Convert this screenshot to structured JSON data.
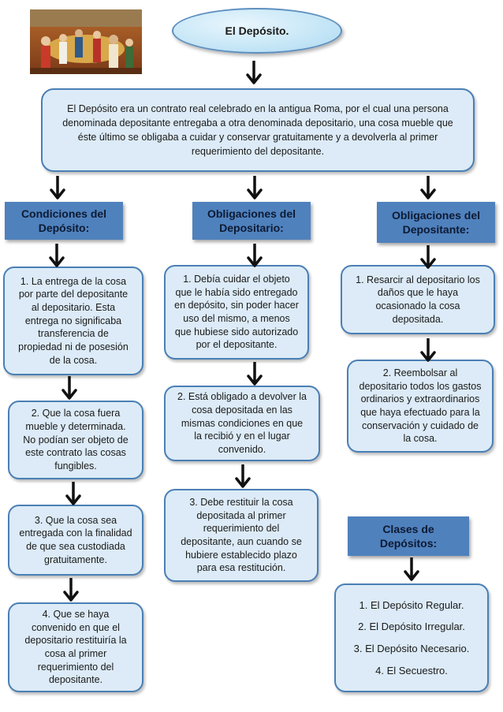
{
  "title": "El Depósito.",
  "description": "El Depósito era un contrato real celebrado en la antigua Roma, por el cual una persona denominada depositante entregaba a otra denominada depositario, una cosa mueble que éste último se obligaba a cuidar y conservar gratuitamente y a devolverla al primer requerimiento del depositante.",
  "columns": {
    "condiciones": {
      "header": "Condiciones del\nDepósito:",
      "items": [
        "1. La entrega de la cosa\npor parte del depositante\nal depositario. Esta\nentrega no significaba\ntransferencia de\npropiedad ni de posesión\nde la cosa.",
        "2. Que la cosa fuera\nmueble y determinada.\nNo podían ser objeto de\neste contrato las cosas\nfungibles.",
        "3. Que la cosa sea\nentregada con la finalidad\nde que sea custodiada\ngratuitamente.",
        "4. Que se haya\nconvenido en que el\ndepositario restituiría la\ncosa al primer\nrequerimiento del\ndepositante."
      ]
    },
    "obligaciones_depositario": {
      "header": "Obligaciones del\nDepositario:",
      "items": [
        "1. Debía cuidar el objeto\nque le había sido entregado\nen depósito, sin poder hacer\nuso del mismo, a menos\nque hubiese sido autorizado\npor el depositante.",
        "2. Está obligado a devolver la\ncosa depositada en las\nmismas condiciones en que\nla recibió y en el lugar\nconvenido.",
        "3. Debe restituir la cosa\ndepositada al primer\nrequerimiento del\ndepositante, aun cuando se\nhubiere establecido plazo\npara esa restitución."
      ]
    },
    "obligaciones_depositante": {
      "header": "Obligaciones del\nDepositante:",
      "items": [
        "1. Resarcir al depositario los\ndaños que le haya\nocasionado la cosa\ndepositada.",
        "2. Reembolsar al\ndepositario todos los gastos\nordinarios y extraordinarios\nque haya efectuado para la\nconservación y cuidado de\nla cosa."
      ]
    },
    "clases": {
      "header": "Clases de\nDepósitos:",
      "items": [
        "1. El Depósito Regular.",
        "2. El Depósito Irregular.",
        "3. El Depósito Necesario.",
        "4. El Secuestro."
      ]
    }
  },
  "colors": {
    "box_fill": "#dcebf7",
    "box_border": "#4a7fb5",
    "header_fill": "#4f81bd",
    "arrow": "#111111"
  },
  "image": {
    "icon": "roman-scene-painting"
  }
}
